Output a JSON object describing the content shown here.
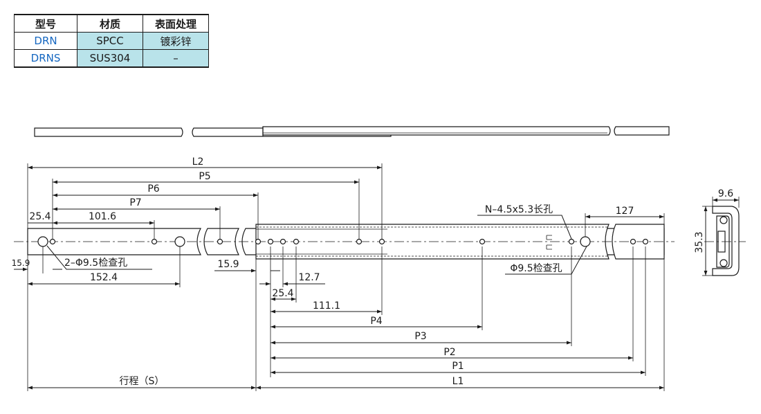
{
  "table": {
    "headers": [
      "型号",
      "材质",
      "表面处理"
    ],
    "rows": [
      {
        "code": "DRN",
        "material": "SPCC",
        "finish": "镀彩锌"
      },
      {
        "code": "DRNS",
        "material": "SUS304",
        "finish": "–"
      }
    ],
    "code_color": "#1466c0",
    "cell_color": "#b9e3ea"
  },
  "dimensions": {
    "L2": "L2",
    "P5": "P5",
    "P6": "P6",
    "P7": "P7",
    "d_101_6": "101.6",
    "d_25_4_top": "25.4",
    "hole_note_left": "2–Φ9.5检查孔",
    "d_15_9_left": "15.9",
    "d_152_4": "152.4",
    "d_15_9_mid": "15.9",
    "d_12_7": "12.7",
    "d_25_4_mid": "25.4",
    "d_111_1": "111.1",
    "P4": "P4",
    "P3": "P3",
    "P2": "P2",
    "P1": "P1",
    "L1": "L1",
    "stroke": "行程（S）",
    "slot_note": "N–4.5x5.3长孔",
    "hole_note_right": "Φ9.5检查孔",
    "d_127": "127",
    "d_9_6": "9.6",
    "d_35_3": "35.3"
  }
}
